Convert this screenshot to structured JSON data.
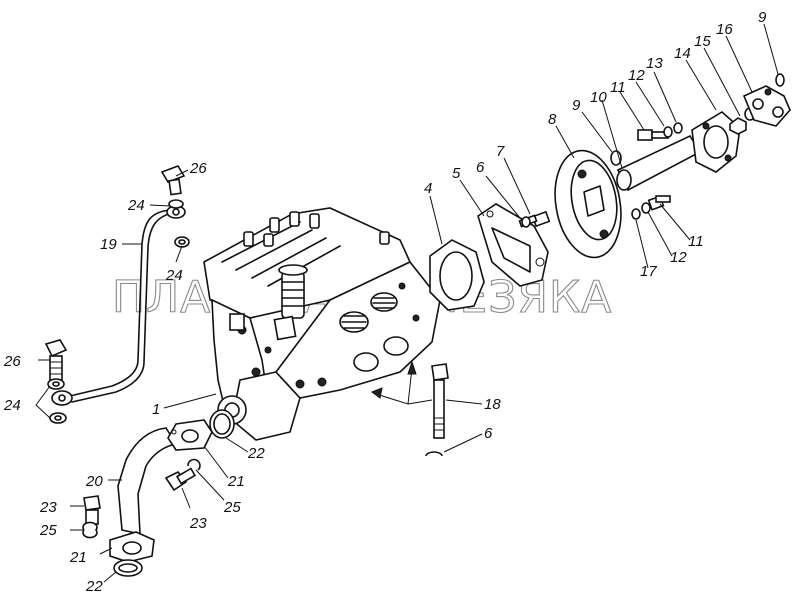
{
  "watermark": "ПЛАНЕТА ЖЕЛЕЗЯКА",
  "labels": [
    {
      "id": "l26a",
      "text": "26"
    },
    {
      "id": "l24a",
      "text": "24"
    },
    {
      "id": "l19",
      "text": "19"
    },
    {
      "id": "l24b",
      "text": "24"
    },
    {
      "id": "l26b",
      "text": "26"
    },
    {
      "id": "l24c",
      "text": "24"
    },
    {
      "id": "l1",
      "text": "1"
    },
    {
      "id": "l22a",
      "text": "22"
    },
    {
      "id": "l21a",
      "text": "21"
    },
    {
      "id": "l20",
      "text": "20"
    },
    {
      "id": "l23a",
      "text": "23"
    },
    {
      "id": "l25a",
      "text": "25"
    },
    {
      "id": "l23b",
      "text": "23"
    },
    {
      "id": "l25b",
      "text": "25"
    },
    {
      "id": "l21b",
      "text": "21"
    },
    {
      "id": "l22b",
      "text": "22"
    },
    {
      "id": "l4",
      "text": "4"
    },
    {
      "id": "l5",
      "text": "5"
    },
    {
      "id": "l6a",
      "text": "6"
    },
    {
      "id": "l7",
      "text": "7"
    },
    {
      "id": "l8",
      "text": "8"
    },
    {
      "id": "l9a",
      "text": "9"
    },
    {
      "id": "l10",
      "text": "10"
    },
    {
      "id": "l11a",
      "text": "11"
    },
    {
      "id": "l12a",
      "text": "12"
    },
    {
      "id": "l13",
      "text": "13"
    },
    {
      "id": "l14",
      "text": "14"
    },
    {
      "id": "l15",
      "text": "15"
    },
    {
      "id": "l16",
      "text": "16"
    },
    {
      "id": "l9b",
      "text": "9"
    },
    {
      "id": "l11b",
      "text": "11"
    },
    {
      "id": "l12b",
      "text": "12"
    },
    {
      "id": "l17",
      "text": "17"
    },
    {
      "id": "l18",
      "text": "18"
    },
    {
      "id": "l6b",
      "text": "6"
    }
  ]
}
